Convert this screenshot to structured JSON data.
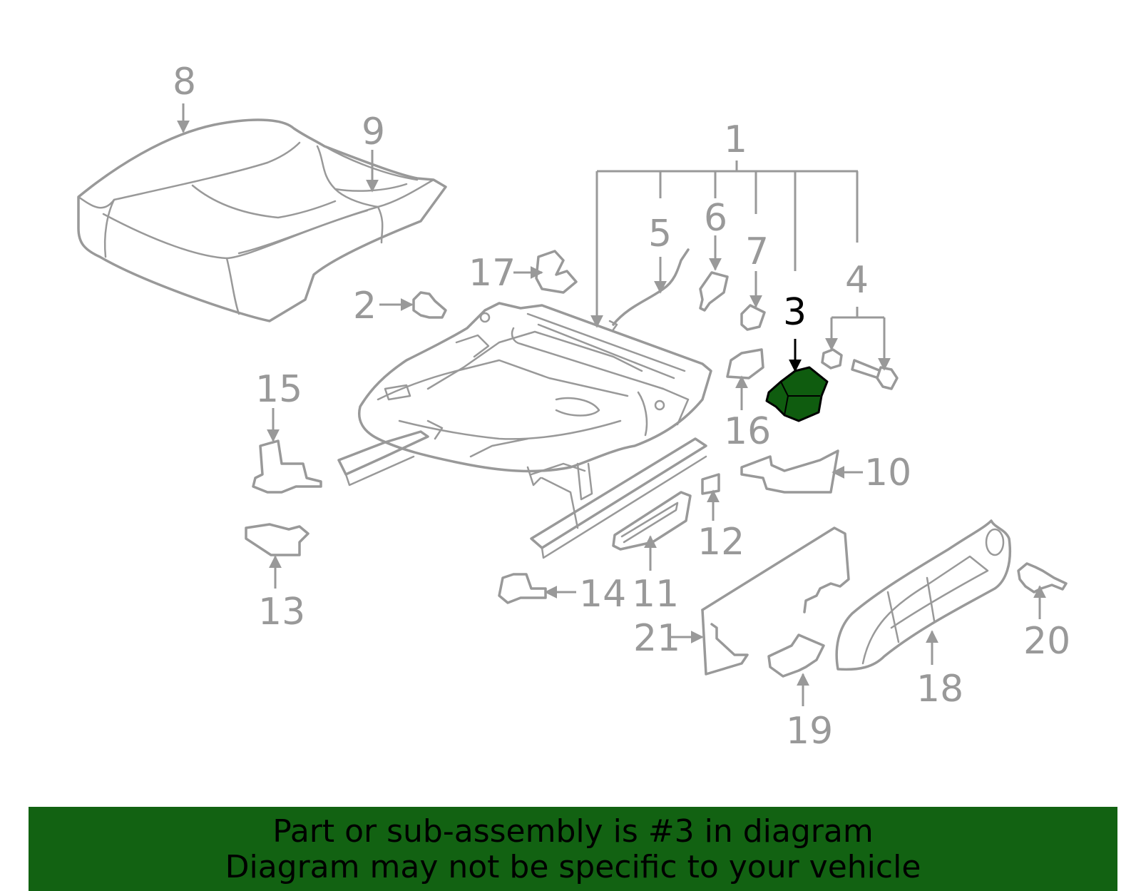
{
  "diagram": {
    "highlight_color": "#0f5c0f",
    "line_color": "#999999",
    "highlighted_part": "3",
    "callouts": [
      "1",
      "2",
      "3",
      "4",
      "5",
      "6",
      "7",
      "8",
      "9",
      "10",
      "11",
      "12",
      "13",
      "14",
      "15",
      "16",
      "17",
      "18",
      "19",
      "20",
      "21"
    ]
  },
  "banner": {
    "color": "#126212",
    "line1": "Part or sub-assembly is #3 in diagram",
    "line2": "Diagram may not be specific to your vehicle"
  }
}
